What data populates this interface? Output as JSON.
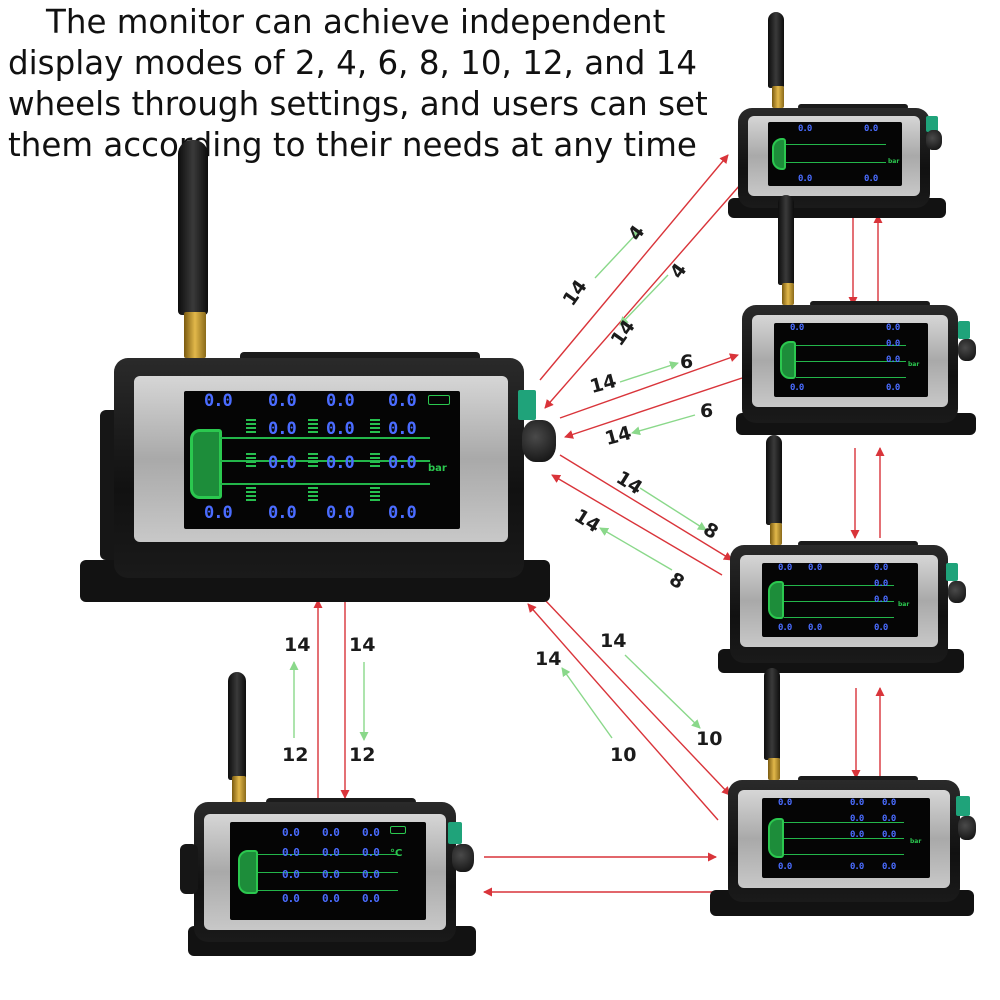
{
  "headline": {
    "line1": "The monitor can achieve independent",
    "line2": "display modes of 2, 4, 6, 8, 10, 12, and 14",
    "line3": "wheels through settings, and users can set",
    "line4": "them according to their needs at any time"
  },
  "main_monitor": {
    "reading": "0.0",
    "unit": "bar"
  },
  "small_monitors": {
    "reading": "0.0",
    "unit_bar": "bar",
    "unit_celsius": "°C"
  },
  "flow_labels": {
    "to4_from": "14",
    "to4_to": "4",
    "from4_from": "4",
    "from4_to": "14",
    "to6_from": "14",
    "to6_to": "6",
    "from6_from": "6",
    "from6_to": "14",
    "to8_from": "14",
    "to8_to": "8",
    "from8_from": "8",
    "from8_to": "14",
    "to10_from": "14",
    "to10_to": "10",
    "from10_from": "10",
    "from10_to": "14",
    "to12_from": "14",
    "to12_to": "12",
    "from12_from": "12",
    "from12_to": "14"
  },
  "colors": {
    "arrow_red": "#d9343a",
    "arrow_green": "#8ad88a",
    "display_blue": "#4a6cff",
    "display_green": "#2bc84f"
  }
}
